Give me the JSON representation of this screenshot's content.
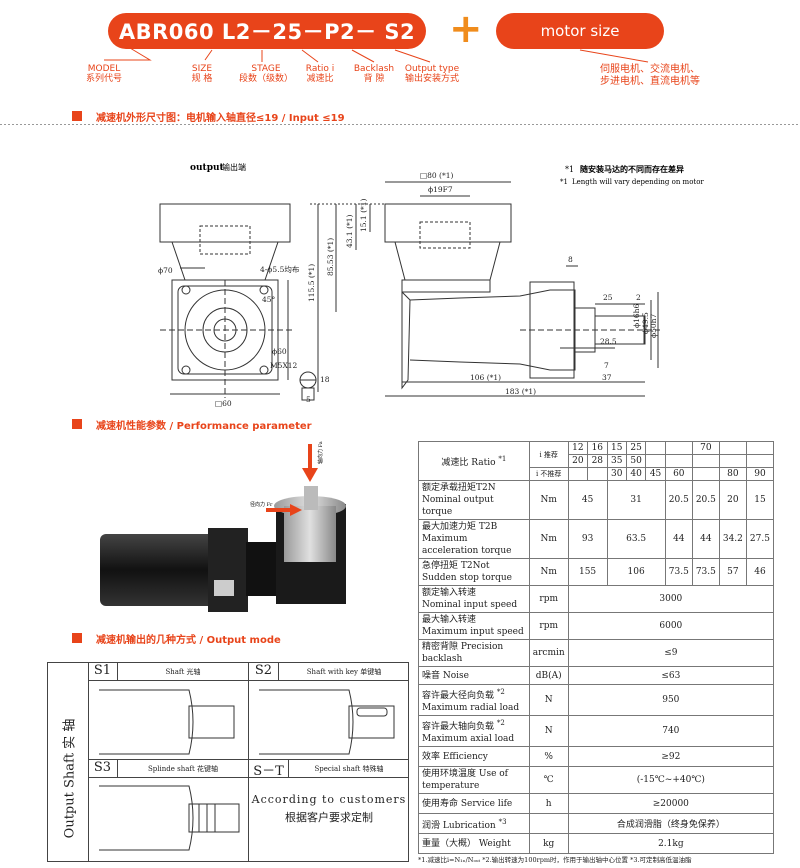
{
  "header": {
    "model_code": "ABR060 L2－25－P2－ S2",
    "plus": "+",
    "motor_size": "motor size",
    "labels": [
      {
        "en": "MODEL",
        "zh": "系列代号"
      },
      {
        "en": "SIZE",
        "zh": "规 格"
      },
      {
        "en": "STAGE",
        "zh": "段数（级数）"
      },
      {
        "en": "Ratio i",
        "zh": "减速比"
      },
      {
        "en": "Backlash",
        "zh": "背 隙"
      },
      {
        "en": "Output type",
        "zh": "输出安装方式"
      }
    ],
    "motor_note_line1": "伺服电机、交流电机、",
    "motor_note_line2": "步进电机、直流电机等"
  },
  "sections": {
    "dimensions": "减速机外形尺寸图：电机输入轴直径≤19 / Input ≤19",
    "performance": "减速机性能参数 / Performance parameter",
    "output_mode": "减速机输出的几种方式 / Output mode"
  },
  "drawing": {
    "output_label_en": "output",
    "output_label_zh": "输出端",
    "note1_zh": "随安装马达的不同而存在差异",
    "note1_en": "Length will vary depending on motor",
    "note_mark": "*1",
    "dims": {
      "sq80": "□80 (*1)",
      "d19f7": "ϕ19F7",
      "d70": "ϕ70",
      "holes": "4-ϕ5.5均布",
      "deg": "45°",
      "d60": "ϕ60",
      "m5": "M5X12",
      "sq60": "□60",
      "h43": "43.1 (*1)",
      "h15": "15.1 (*1)",
      "h85": "85.53 (*1)",
      "h115": "115.5 (*1)",
      "k8": "8",
      "k25": "25",
      "k2": "2",
      "d16": "ϕ16h6",
      "d495": "ϕ49.5",
      "d50": "ϕ50h7",
      "k285": "28.5",
      "k7": "7",
      "k106": "106 (*1)",
      "k37": "37",
      "k183": "183 (*1)",
      "f18": "18",
      "f5": "5",
      "fr": "轴向力 Fa",
      "fa": "径向力 Fr"
    }
  },
  "table": {
    "ratio_label": "减速比 Ratio",
    "ratio_mark": "*1",
    "std_label": "i 推荐",
    "nonstd_label": "i 不推荐",
    "ratio_row1": [
      "12",
      "16",
      "15",
      "25",
      "",
      "",
      "70",
      "",
      ""
    ],
    "ratio_row2": [
      "20",
      "28",
      "35",
      "50",
      "",
      "",
      "",
      "",
      ""
    ],
    "ratio_row3": [
      "",
      "",
      "30",
      "40",
      "45",
      "60",
      "",
      "80",
      "90"
    ],
    "rows": [
      {
        "zh": "额定承载扭矩T2N",
        "en": "Nominal output torque",
        "unit": "Nm",
        "vals": [
          "45",
          "31",
          "20.5",
          "20.5",
          "20",
          "15"
        ]
      },
      {
        "zh": "最大加速力矩 T2B",
        "en": "Maximum acceleration torque",
        "unit": "Nm",
        "vals": [
          "93",
          "63.5",
          "44",
          "44",
          "34.2",
          "27.5"
        ]
      },
      {
        "zh": "急停扭矩 T2Not",
        "en": "Sudden stop torque",
        "unit": "Nm",
        "vals": [
          "155",
          "106",
          "73.5",
          "73.5",
          "57",
          "46"
        ]
      },
      {
        "zh": "额定输入转速",
        "en": "Nominal input speed",
        "unit": "rpm",
        "val": "3000"
      },
      {
        "zh": "最大输入转速",
        "en": "Maximum input speed",
        "unit": "rpm",
        "val": "6000"
      },
      {
        "zh": "精密背隙 Precision backlash",
        "en": "",
        "unit": "arcmin",
        "val": "≤9"
      },
      {
        "zh": "噪音 Noise",
        "en": "",
        "unit": "dB(A)",
        "val": "≤63"
      },
      {
        "zh": "容许最大径向负载",
        "en": "Maximum radial load",
        "mark": "*2",
        "unit": "N",
        "val": "950"
      },
      {
        "zh": "容许最大轴向负载",
        "en": "Maximum axial load",
        "mark": "*2",
        "unit": "N",
        "val": "740"
      },
      {
        "zh": "效率 Efficiency",
        "en": "",
        "unit": "%",
        "val": "≥92"
      },
      {
        "zh": "使用环境温度 Use of temperature",
        "en": "",
        "unit": "℃",
        "val": "(-15℃~+40℃)"
      },
      {
        "zh": "使用寿命 Service life",
        "en": "",
        "unit": "h",
        "val": "≥20000"
      },
      {
        "zh": "润滑 Lubrication",
        "en": "",
        "mark": "*3",
        "unit": "",
        "val": "合成润滑脂（终身免保养）"
      },
      {
        "zh": "重量（大概） Weight",
        "en": "",
        "unit": "kg",
        "val": "2.1kg"
      }
    ],
    "footnote": "*1.减速比i=N₁ₙ/Nₒᵤₜ  *2.输出转速为100rpm时，作用于输出轴中心位置  *3.可定制高低温油脂"
  },
  "output_mode": {
    "side_label": "Output Shaft 实 轴",
    "s1": "S1",
    "s1_desc": "Shaft 光轴",
    "s2": "S2",
    "s2_desc": "Shaft with key 单键轴",
    "s3": "S3",
    "s3_desc": "Splinde shaft 花键轴",
    "st": "S－T",
    "st_desc": "Special shaft 特殊轴",
    "custom_en": "According to customers",
    "custom_zh": "根据客户要求定制"
  },
  "colors": {
    "accent": "#e8441a",
    "plus": "#f08c1c"
  }
}
